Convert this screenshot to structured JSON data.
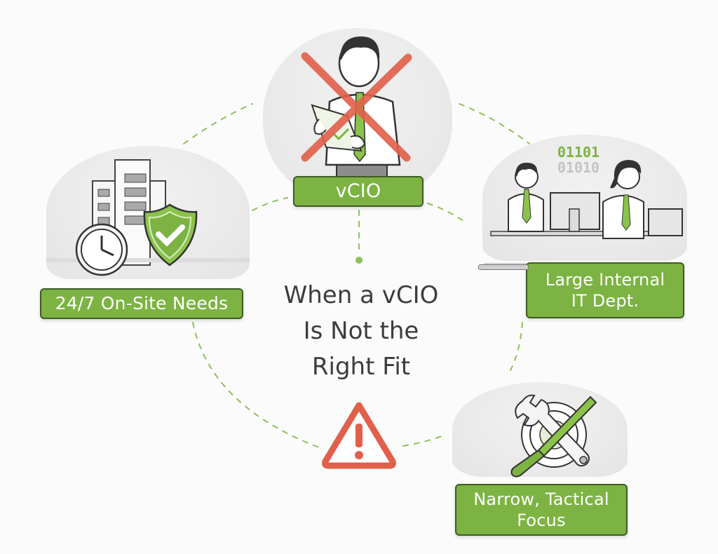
{
  "diagram": {
    "title_lines": [
      "When a vCIO",
      "Is Not the",
      "Right Fit"
    ],
    "center_icon": "warning-triangle-icon",
    "nodes": [
      {
        "id": "vcio",
        "label": "vCIO",
        "illustration": "consultant-crossed-out",
        "marker": "red-x-icon"
      },
      {
        "id": "onsite",
        "label": "24/7 On-Site Needs",
        "illustration": "building-clock-shield"
      },
      {
        "id": "internal-it",
        "label_lines": [
          "Large Internal",
          "IT Dept."
        ],
        "illustration": "it-staff-at-desks",
        "binary_lines": [
          "01101",
          "01010"
        ]
      },
      {
        "id": "tactical",
        "label_lines": [
          "Narrow, Tactical",
          "Focus"
        ],
        "illustration": "wrench-screwdriver-target"
      }
    ]
  },
  "colors": {
    "accent_green": "#7cb342",
    "label_border": "#3f5a26",
    "warning_red": "#e0604a",
    "dashed_ring": "#8fbf5a",
    "text_dark": "#3a3d3f",
    "background": "#fbfbfb"
  }
}
